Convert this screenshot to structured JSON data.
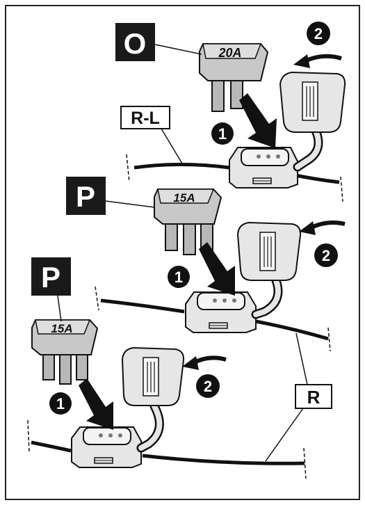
{
  "labels": {
    "o": "O",
    "p1": "P",
    "p2": "P",
    "rl": "R-L",
    "r": "R"
  },
  "fuses": {
    "top": "20A",
    "mid": "15A",
    "bot": "15A"
  },
  "steps": {
    "one": "1",
    "two": "2"
  },
  "colors": {
    "dark_box": "#1a1a1a",
    "fuse_body": "#c8c8c8",
    "fuse_shadow": "#9a9a9a",
    "holder": "#e6e6e6",
    "wire": "#111111"
  }
}
